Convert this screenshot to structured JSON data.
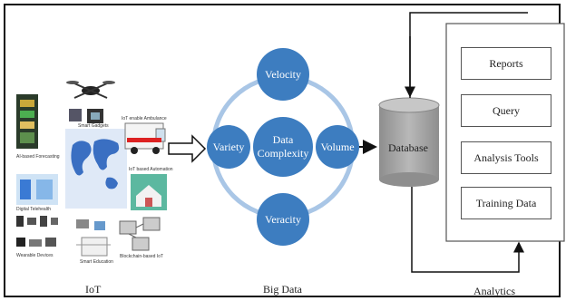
{
  "iot": {
    "section_label": "IoT",
    "items": [
      "AI-based Forecasting",
      "Smart Gadgets",
      "IoT enable Ambulance",
      "IoT based Automation",
      "Digital Telehealth",
      "Wearable Devices",
      "Smart Education",
      "Blockchain-based IoT"
    ]
  },
  "big_data": {
    "section_label": "Big Data",
    "center": "Data\nComplexity",
    "velocity": "Velocity",
    "variety": "Variety",
    "volume": "Volume",
    "veracity": "Veracity"
  },
  "database": {
    "label": "Database"
  },
  "analytics": {
    "section_label": "Analytics",
    "boxes": [
      "Reports",
      "Query",
      "Analysis Tools",
      "Training Data"
    ]
  },
  "colors": {
    "circle_fill": "#3d7dc0",
    "ring": "#a9c6e6",
    "cylinder": "#a7a7a7",
    "arrow": "#111111"
  }
}
